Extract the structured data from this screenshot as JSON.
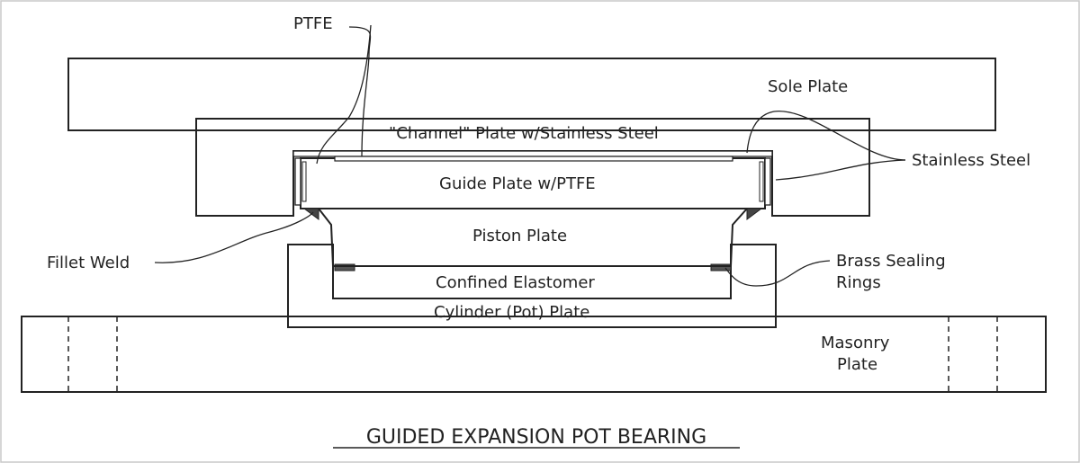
{
  "title": "GUIDED EXPANSION POT BEARING",
  "labels": {
    "ptfe": "PTFE",
    "sole_plate": "Sole Plate",
    "channel_plate": "\"Channel\" Plate w/Stainless Steel",
    "stainless_steel": "Stainless Steel",
    "guide_plate": "Guide Plate w/PTFE",
    "piston_plate": "Piston Plate",
    "fillet_weld": "Fillet Weld",
    "brass_line1": "Brass Sealing",
    "brass_line2": "Rings",
    "confined_elastomer": "Confined Elastomer",
    "cylinder_plate": "Cylinder (Pot) Plate",
    "masonry_line1": "Masonry",
    "masonry_line2": "Plate"
  },
  "colors": {
    "line": "#222222",
    "hatch": "#8a8a8a",
    "elastomer": "#d6d6d6",
    "frame": "#c8c8c8"
  }
}
